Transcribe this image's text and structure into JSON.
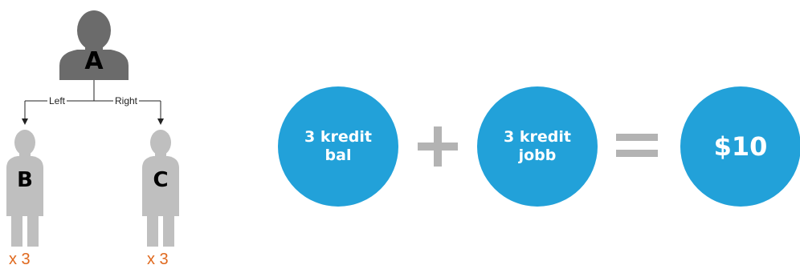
{
  "tree": {
    "parent": {
      "letter": "A"
    },
    "left_branch_label": "Left",
    "right_branch_label": "Right",
    "left_child": {
      "letter": "B",
      "multiplier": "x 3"
    },
    "right_child": {
      "letter": "C",
      "multiplier": "x 3"
    }
  },
  "equation": {
    "term1": "3 kredit\nbal",
    "term2": "3 kredit\njobb",
    "result": "$10"
  },
  "colors": {
    "parent_person": "#6b6b6b",
    "child_person": "#bfbfbf",
    "circle": "#22a1d9",
    "operator": "#b3b3b3",
    "multiplier": "#e0691e"
  }
}
